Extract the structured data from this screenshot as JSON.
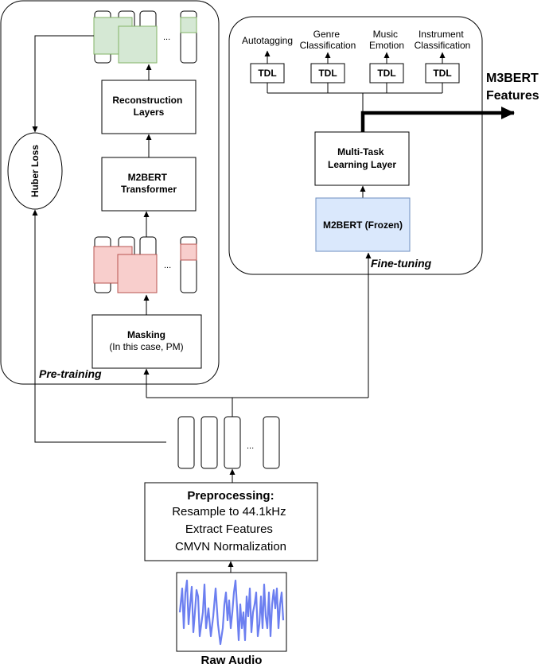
{
  "pretraining": {
    "label": "Pre-training",
    "reconstruction": [
      "Reconstruction",
      "Layers"
    ],
    "transformer": [
      "M2BERT",
      "Transformer"
    ],
    "masking": {
      "title": "Masking",
      "subtitle": "(In this case, PM)"
    },
    "huber_loss": "Huber Loss",
    "ellipsis": "..."
  },
  "finetuning": {
    "label": "Fine-tuning",
    "tasks": [
      {
        "lines": [
          "Autotagging"
        ],
        "tdl": "TDL"
      },
      {
        "lines": [
          "Genre",
          "Classification"
        ],
        "tdl": "TDL"
      },
      {
        "lines": [
          "Music",
          "Emotion"
        ],
        "tdl": "TDL"
      },
      {
        "lines": [
          "Instrument",
          "Classification"
        ],
        "tdl": "TDL"
      }
    ],
    "mtl": [
      "Multi-Task",
      "Learning Layer"
    ],
    "frozen": "M2BERT (Frozen)"
  },
  "output": [
    "M3BERT",
    "Features"
  ],
  "features_ellipsis": "...",
  "preprocessing": {
    "title": "Preprocessing:",
    "steps": [
      "Resample to 44.1kHz",
      "Extract Features",
      "CMVN Normalization"
    ]
  },
  "raw_audio": "Raw Audio",
  "colors": {
    "reconstructed_fill": "#d5e8d4",
    "reconstructed_stroke": "#82b366",
    "masked_fill": "#f8cecc",
    "masked_stroke": "#b85450",
    "frozen_fill": "#dae8fc",
    "frozen_stroke": "#6c8ebf",
    "waveform": "#6c7ff0"
  }
}
